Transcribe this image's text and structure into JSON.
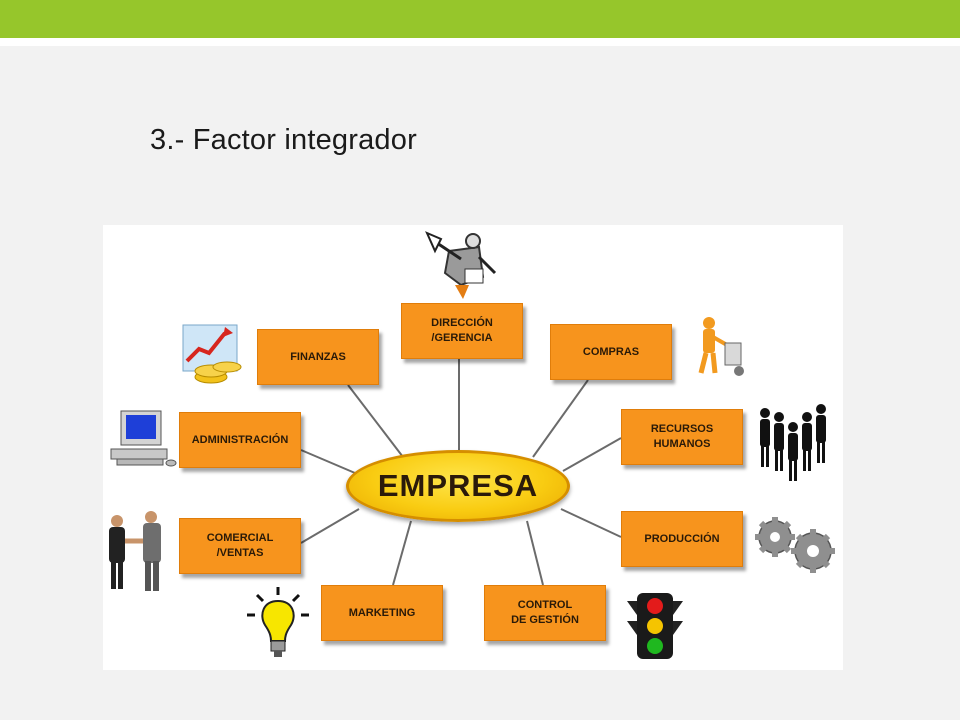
{
  "slide": {
    "title": "3.- Factor integrador"
  },
  "diagram": {
    "center": "EMPRESA",
    "boxes": {
      "direccion": "DIRECCIÓN\n/GERENCIA",
      "finanzas": "FINANZAS",
      "compras": "COMPRAS",
      "administracion": "ADMINISTRACIÓN",
      "recursos_humanos": "RECURSOS\nHUMANOS",
      "comercial": "COMERCIAL\n/VENTAS",
      "produccion": "PRODUCCIÓN",
      "marketing": "MARKETING",
      "control": "CONTROL\nDE GESTIÓN"
    },
    "icons": {
      "direccion": "manager-megaphone-icon",
      "finanzas": "finance-chart-coins-icon",
      "compras": "worker-hand-truck-icon",
      "administracion": "computer-icon",
      "recursos_humanos": "people-silhouettes-icon",
      "comercial": "handshake-icon",
      "produccion": "gears-icon",
      "marketing": "lightbulb-icon",
      "control": "traffic-light-icon"
    }
  },
  "colors": {
    "top_bar": "#96c62b",
    "box": "#f7941d",
    "center": "#f9cc12"
  }
}
